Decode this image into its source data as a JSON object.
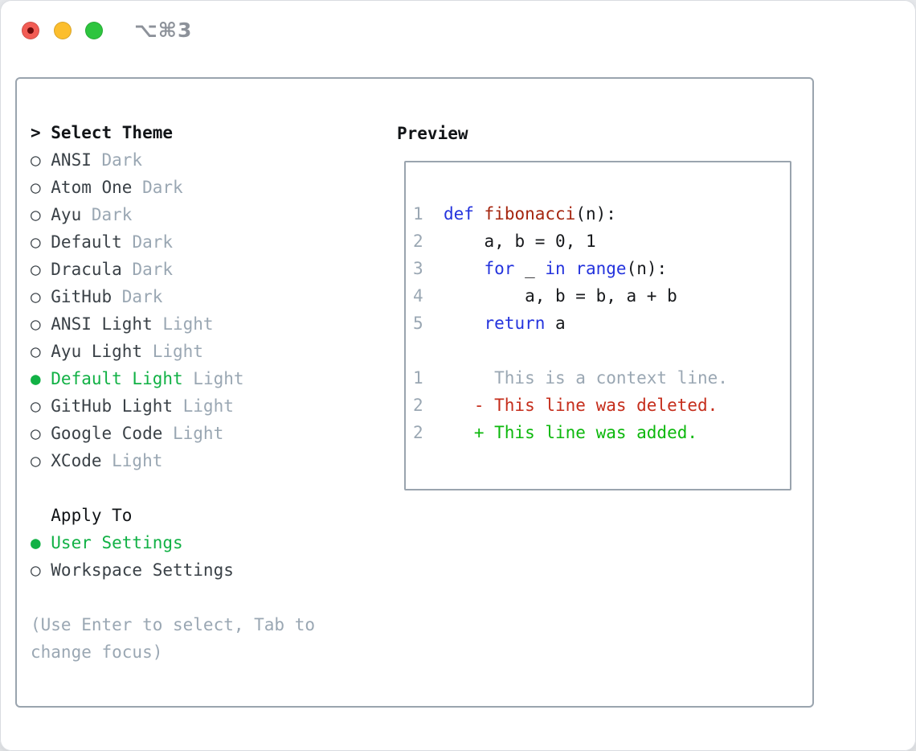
{
  "window": {
    "shortcut": "⌥⌘3"
  },
  "colors": {
    "selection_green": "#11b145",
    "added_green": "#0cb80c",
    "deleted_red": "#c52d1b",
    "keyword_blue": "#2433dd",
    "function_red": "#a5260f",
    "muted_gray": "#9aa7b3",
    "muted_dark": "#8d929a",
    "text_dark": "#3a4147",
    "title_black": "#111417",
    "code_black": "#17191c",
    "border_gray": "#9aa4ae",
    "tl_close": "#f25c54",
    "tl_close_dot": "#6e0b0b",
    "tl_min": "#fcbe2d",
    "tl_zoom": "#2dc53e"
  },
  "glyphs": {
    "prompt": ">",
    "selected_bullet": "●",
    "unselected_bullet": "○"
  },
  "theme_panel": {
    "title": "Select Theme",
    "items": [
      {
        "name": "ANSI",
        "variant": "Dark",
        "selected": false
      },
      {
        "name": "Atom One",
        "variant": "Dark",
        "selected": false
      },
      {
        "name": "Ayu",
        "variant": "Dark",
        "selected": false
      },
      {
        "name": "Default",
        "variant": "Dark",
        "selected": false
      },
      {
        "name": "Dracula",
        "variant": "Dark",
        "selected": false
      },
      {
        "name": "GitHub",
        "variant": "Dark",
        "selected": false
      },
      {
        "name": "ANSI Light",
        "variant": "Light",
        "selected": false
      },
      {
        "name": "Ayu Light",
        "variant": "Light",
        "selected": false
      },
      {
        "name": "Default Light",
        "variant": "Light",
        "selected": true
      },
      {
        "name": "GitHub Light",
        "variant": "Light",
        "selected": false
      },
      {
        "name": "Google Code",
        "variant": "Light",
        "selected": false
      },
      {
        "name": "XCode",
        "variant": "Light",
        "selected": false
      }
    ],
    "apply_to": {
      "title": "Apply To",
      "options": [
        {
          "label": "User Settings",
          "selected": true
        },
        {
          "label": "Workspace Settings",
          "selected": false
        }
      ]
    },
    "help": "(Use Enter to select, Tab to change focus)"
  },
  "preview": {
    "title": "Preview",
    "code_lines": [
      {
        "no": "1",
        "segments": [
          {
            "style": "keyword",
            "text": "def"
          },
          {
            "style": "plain",
            "text": " "
          },
          {
            "style": "function",
            "text": "fibonacci"
          },
          {
            "style": "plain",
            "text": "(n):"
          }
        ]
      },
      {
        "no": "2",
        "segments": [
          {
            "style": "plain",
            "text": "    a, b = 0, 1"
          }
        ]
      },
      {
        "no": "3",
        "segments": [
          {
            "style": "plain",
            "text": "    "
          },
          {
            "style": "keyword",
            "text": "for"
          },
          {
            "style": "plain",
            "text": " _ "
          },
          {
            "style": "keyword",
            "text": "in"
          },
          {
            "style": "plain",
            "text": " "
          },
          {
            "style": "keyword",
            "text": "range"
          },
          {
            "style": "plain",
            "text": "(n):"
          }
        ]
      },
      {
        "no": "4",
        "segments": [
          {
            "style": "plain",
            "text": "        a, b = b, a + b"
          }
        ]
      },
      {
        "no": "5",
        "segments": [
          {
            "style": "plain",
            "text": "    "
          },
          {
            "style": "keyword",
            "text": "return"
          },
          {
            "style": "plain",
            "text": " a"
          }
        ]
      }
    ],
    "diff_lines": [
      {
        "no": "1",
        "sign": " ",
        "text": "This is a context line.",
        "type": "context"
      },
      {
        "no": "2",
        "sign": "-",
        "text": "This line was deleted.",
        "type": "deleted"
      },
      {
        "no": "2",
        "sign": "+",
        "text": "This line was added.",
        "type": "added"
      }
    ]
  }
}
